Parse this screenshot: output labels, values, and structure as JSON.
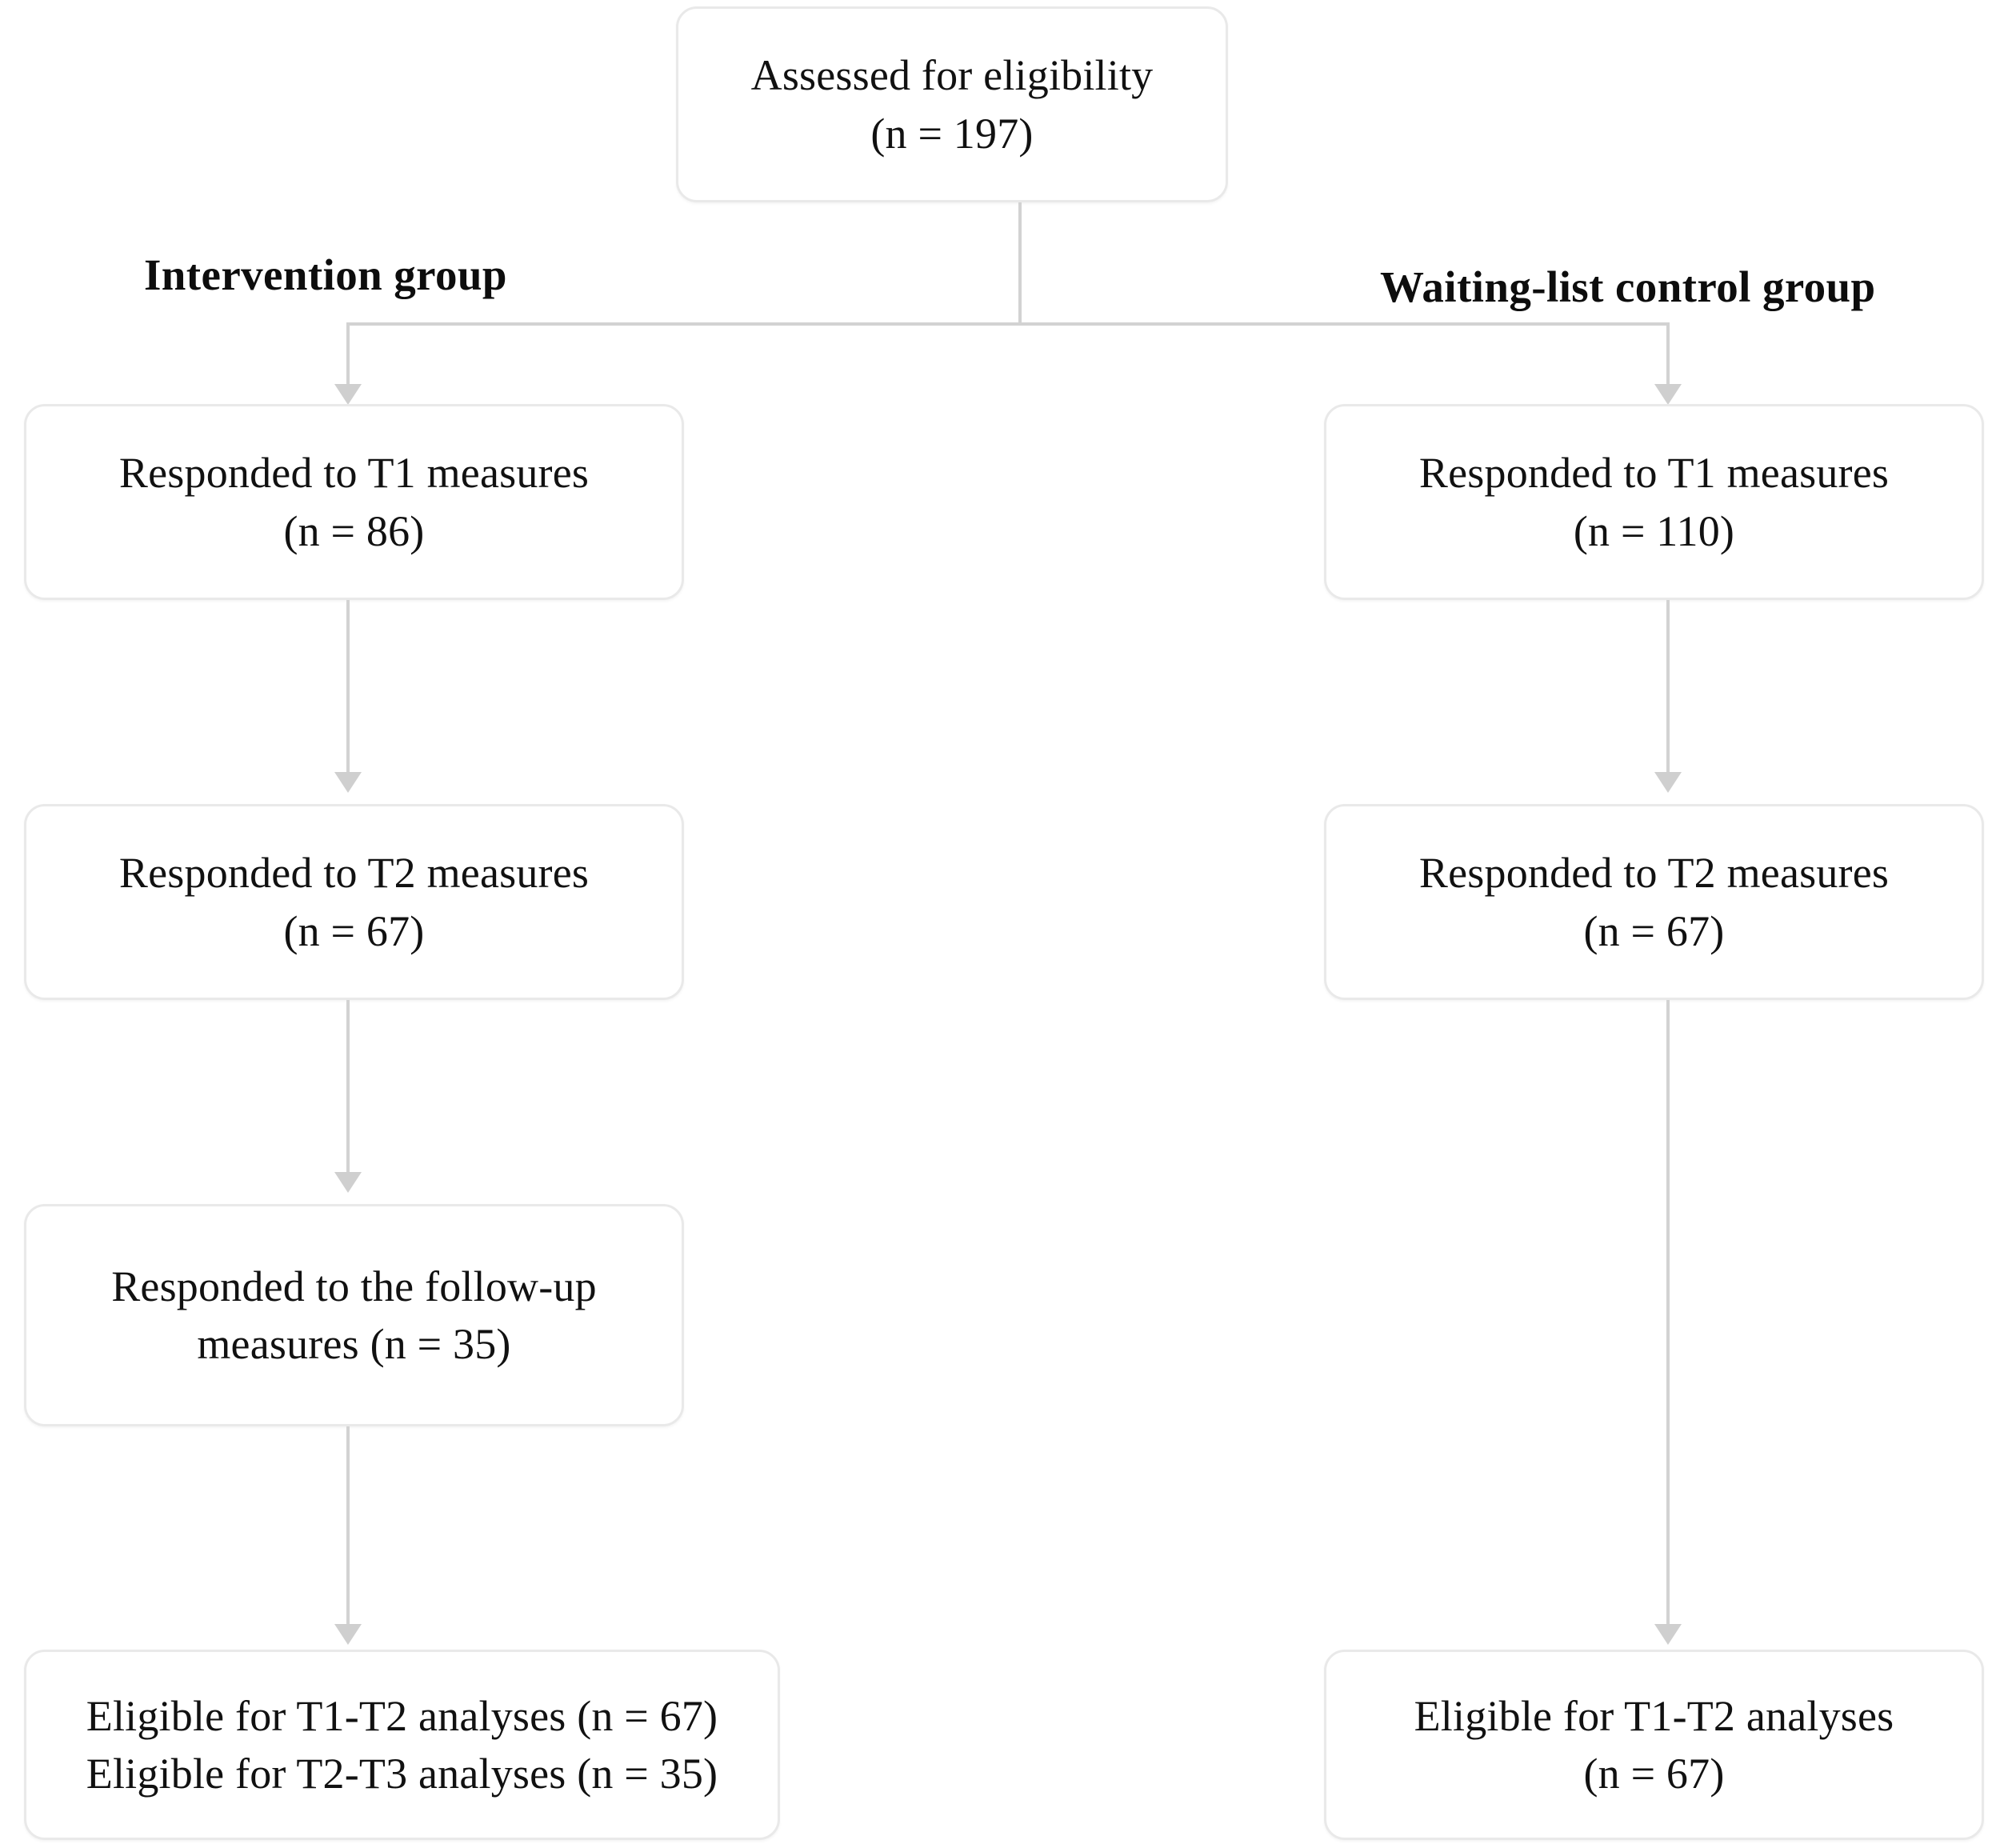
{
  "diagram": {
    "title": "CONSORT-style participant flow diagram",
    "colors": {
      "box_border": "#e9e9e9",
      "connector": "#d2d2d2",
      "arrow": "#cfcfcf",
      "text": "#111111",
      "background": "#ffffff"
    },
    "group_labels": {
      "intervention": "Intervention group",
      "control": "Waiting-list control group"
    },
    "nodes": {
      "assessed": "Assessed for eligibility\n(n = 197)",
      "int_t1": "Responded to T1 measures\n(n = 86)",
      "int_t2": "Responded to T2 measures\n(n = 67)",
      "int_followup": "Responded to the follow-up\nmeasures (n = 35)",
      "int_eligible": "Eligible for T1-T2 analyses (n = 67)\nEligible for T2-T3 analyses (n = 35)",
      "ctl_t1": "Responded to T1 measures\n(n =  110)",
      "ctl_t2": "Responded to T2 measures\n(n = 67)",
      "ctl_eligible": "Eligible for T1-T2 analyses\n(n = 67)"
    },
    "flow_data": {
      "type": "flowchart",
      "assessed_for_eligibility_n": 197,
      "arms": [
        {
          "name": "Intervention group",
          "stages": [
            {
              "label": "Responded to T1 measures",
              "n": 86
            },
            {
              "label": "Responded to T2 measures",
              "n": 67
            },
            {
              "label": "Responded to the follow-up measures",
              "n": 35
            },
            {
              "label": "Eligible for T1-T2 analyses",
              "n": 67
            },
            {
              "label": "Eligible for T2-T3 analyses",
              "n": 35
            }
          ]
        },
        {
          "name": "Waiting-list control group",
          "stages": [
            {
              "label": "Responded to T1 measures",
              "n": 110
            },
            {
              "label": "Responded to T2 measures",
              "n": 67
            },
            {
              "label": "Eligible for T1-T2 analyses",
              "n": 67
            }
          ]
        }
      ]
    }
  }
}
